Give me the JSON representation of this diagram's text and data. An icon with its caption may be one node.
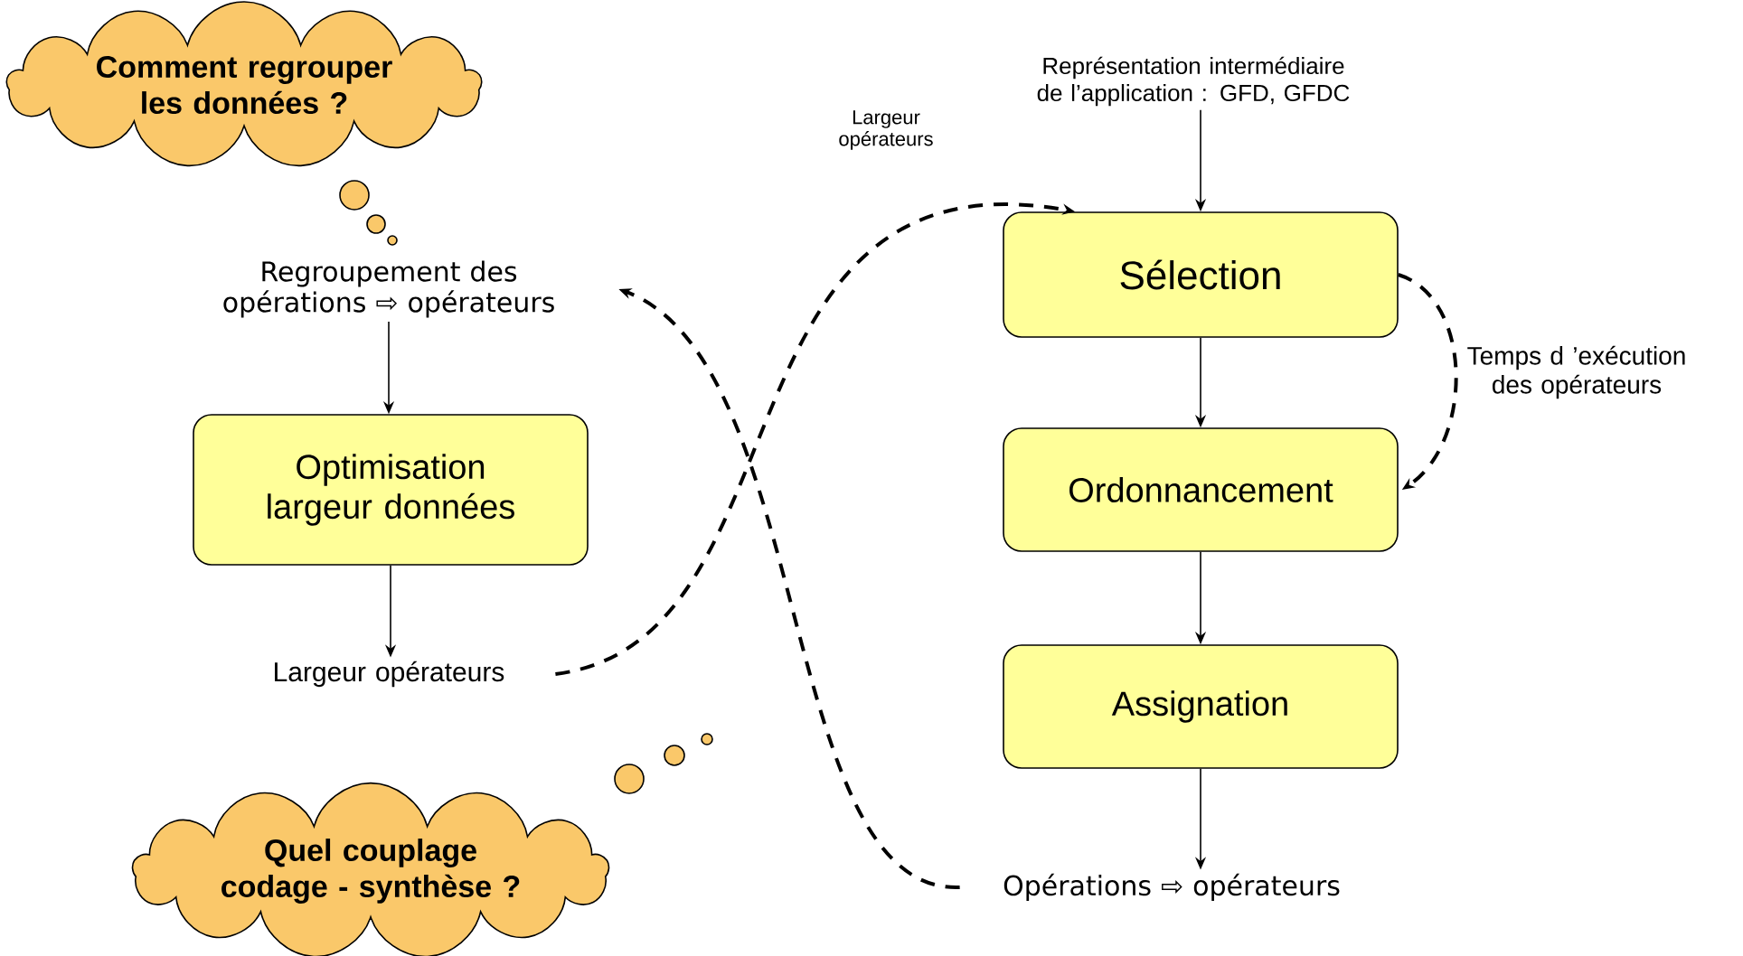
{
  "diagram": {
    "nodes": [
      {
        "text": [
          "Comment regrouper les données ?"
        ]
      },
      {
        "text": [
          "Regroupement des opérations ⇨ opérateurs"
        ]
      },
      {
        "text": [
          "Optimisation largeur données"
        ]
      },
      {
        "text": [
          "Largeur opérateurs"
        ]
      },
      {
        "text": [
          "Représentation intermédiaire de l’application : GFD, GFDC"
        ]
      },
      {
        "text": [
          "Sélection"
        ]
      },
      {
        "text": [
          "Ordonnancement"
        ]
      },
      {
        "text": [
          "Assignation"
        ]
      },
      {
        "text": [
          "Opérations ⇨ opérateurs"
        ]
      },
      {
        "text": [
          "Quel couplage codage - synthèse ?"
        ]
      }
    ],
    "edges": [
      {
        "from": 1,
        "to": 2,
        "arrow": "to"
      },
      {
        "from": 2,
        "to": 3,
        "arrow": "to"
      },
      {
        "from": 4,
        "to": 5,
        "arrow": "to"
      },
      {
        "from": 5,
        "to": 6,
        "arrow": "to"
      },
      {
        "from": 6,
        "to": 7,
        "arrow": "to"
      },
      {
        "from": 7,
        "to": 8,
        "arrow": "to"
      },
      {
        "from": 3,
        "to": 5,
        "arrow": "to",
        "style": "dashed",
        "label": "Largeur opérateurs"
      },
      {
        "from": 8,
        "to": 1,
        "arrow": "to",
        "style": "dashed"
      },
      {
        "from": 5,
        "to": 6,
        "arrow": "to",
        "style": "dashed",
        "label": "Temps d ’exécution des opérateurs"
      }
    ]
  }
}
